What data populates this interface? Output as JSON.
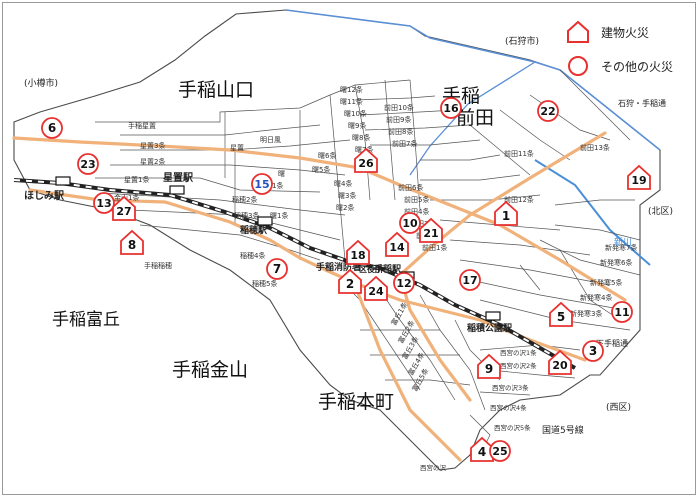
{
  "legend": {
    "building_fire": "建物火災",
    "other_fire": "その他の火災"
  },
  "colors": {
    "marker_red": "#e8312f",
    "road_orange": "#f0b27a",
    "boundary_blue": "#5b8fd6",
    "river_blue": "#4a90d9",
    "district_line": "#444444",
    "land_fill": "#ffffff",
    "label_15": "#2b4fc0"
  },
  "districts_large": [
    "手稲山口",
    "手稲前田",
    "手稲金山",
    "手稲本町",
    "手稲富丘"
  ],
  "neighbors": [
    "(小樽市)",
    "(石狩市)",
    "石狩・手稲通",
    "(北区)",
    "(西区)",
    "下手稲通",
    "国道5号線",
    "新川"
  ],
  "stations": [
    "星置駅",
    "ほしみ駅",
    "稲穂駅",
    "手稲駅",
    "稲積公園駅",
    "手稲消防署",
    "区役所"
  ],
  "small_labels": [
    "曙12条",
    "曙11条",
    "曙10条",
    "曙9条",
    "曙8条",
    "曙7条",
    "曙6条",
    "曙5条",
    "曙4条",
    "曙3条",
    "曙2条",
    "曙1条",
    "前田10条",
    "前田9条",
    "前田8条",
    "前田7条",
    "前田6条",
    "前田5条",
    "前田4条",
    "前田3条",
    "前田2条",
    "前田1条",
    "前田11条",
    "前田12条",
    "前田13条",
    "新発寒7条",
    "新発寒6条",
    "新発寒5条",
    "新発寒4条",
    "新発寒3条",
    "手稲星置",
    "星置3条",
    "星置2条",
    "星置1条",
    "星置南",
    "金山1条",
    "稲穂1条",
    "稲穂2条",
    "稲穂3条",
    "稲穂4条",
    "稲穂5条",
    "手稲稲穂",
    "明日風",
    "星置",
    "曙",
    "富丘1条",
    "富丘2条",
    "富丘3条",
    "富丘4条",
    "富丘5条",
    "西宮の沢1条",
    "西宮の沢2条",
    "西宮の沢3条",
    "西宮の沢4条",
    "西宮の沢5条",
    "西宮の沢"
  ],
  "incidents": [
    {
      "id": "1",
      "type": "building"
    },
    {
      "id": "2",
      "type": "building"
    },
    {
      "id": "3",
      "type": "other"
    },
    {
      "id": "4",
      "type": "building"
    },
    {
      "id": "5",
      "type": "building"
    },
    {
      "id": "6",
      "type": "other"
    },
    {
      "id": "7",
      "type": "other"
    },
    {
      "id": "8",
      "type": "building"
    },
    {
      "id": "9",
      "type": "building"
    },
    {
      "id": "10",
      "type": "other"
    },
    {
      "id": "11",
      "type": "other"
    },
    {
      "id": "12",
      "type": "other"
    },
    {
      "id": "13",
      "type": "other"
    },
    {
      "id": "14",
      "type": "building"
    },
    {
      "id": "15",
      "type": "other"
    },
    {
      "id": "16",
      "type": "other"
    },
    {
      "id": "17",
      "type": "other"
    },
    {
      "id": "18",
      "type": "building"
    },
    {
      "id": "19",
      "type": "building"
    },
    {
      "id": "20",
      "type": "building"
    },
    {
      "id": "21",
      "type": "building"
    },
    {
      "id": "22",
      "type": "other"
    },
    {
      "id": "23",
      "type": "other"
    },
    {
      "id": "24",
      "type": "building"
    },
    {
      "id": "25",
      "type": "other"
    },
    {
      "id": "26",
      "type": "building"
    },
    {
      "id": "27",
      "type": "building"
    }
  ]
}
